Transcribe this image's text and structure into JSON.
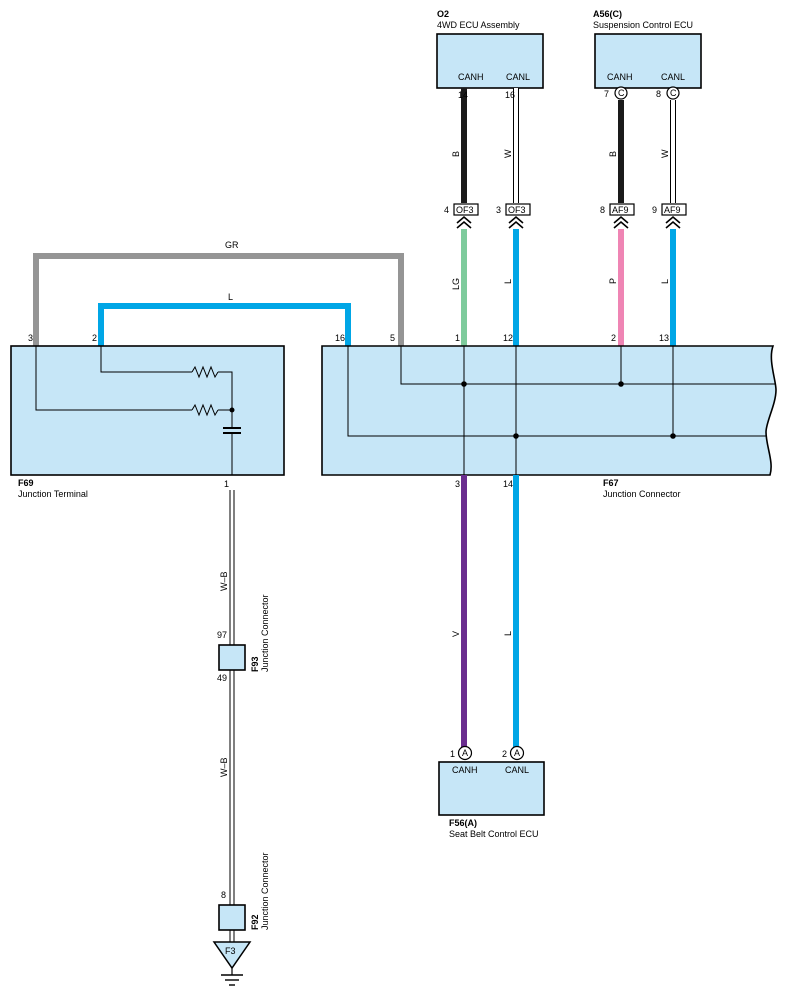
{
  "components": {
    "o2": {
      "code": "O2",
      "name": "4WD ECU Assembly",
      "pins": [
        "CANH",
        "CANL"
      ],
      "pin_nums": [
        "14",
        "16"
      ]
    },
    "a56": {
      "code": "A56(C)",
      "name": "Suspension Control ECU",
      "pins": [
        "CANH",
        "CANL"
      ],
      "pin_nums": [
        "7",
        "8"
      ],
      "pin_letter": "C"
    },
    "f56": {
      "code": "F56(A)",
      "name": "Seat Belt Control ECU",
      "pins": [
        "CANH",
        "CANL"
      ],
      "pin_nums": [
        "1",
        "2"
      ],
      "pin_letter": "A"
    },
    "f69": {
      "code": "F69",
      "name": "Junction Terminal",
      "pins_top": [
        "3",
        "2"
      ],
      "pin_bottom": "1"
    },
    "f67": {
      "code": "F67",
      "name": "Junction Connector",
      "pins_top": [
        "16",
        "5",
        "1",
        "12",
        "2",
        "13"
      ],
      "pins_bottom": [
        "3",
        "14"
      ]
    },
    "f93": {
      "code": "F93",
      "name": "Junction Connector",
      "pin_top": "97",
      "pin_bottom": "49"
    },
    "f92": {
      "code": "F92",
      "name": "Junction Connector",
      "pin_top": "8"
    },
    "ground": {
      "label": "F3"
    }
  },
  "inline_connectors": {
    "of3": {
      "label": "OF3",
      "pins": [
        "4",
        "3"
      ]
    },
    "af9": {
      "label": "AF9",
      "pins": [
        "8",
        "9"
      ]
    }
  },
  "wire_labels": {
    "gr": "GR",
    "l_top": "L",
    "o2_canh": "B",
    "o2_canl": "W",
    "a56_canh": "B",
    "a56_canl": "W",
    "of3_1": "LG",
    "of3_2": "L",
    "af9_1": "P",
    "af9_2": "L",
    "f56_canh": "V",
    "f56_canl": "L",
    "wb_upper": "W–B",
    "wb_lower": "W–B"
  },
  "colors": {
    "box_fill": "#c6e6f7",
    "wire_black": "#1a1a1a",
    "wire_white": "#ffffff",
    "wire_gray": "#959595",
    "wire_blue": "#00a6e6",
    "wire_green": "#7ecb9c",
    "wire_pink": "#ef85b4",
    "wire_violet": "#6a2d8f"
  }
}
